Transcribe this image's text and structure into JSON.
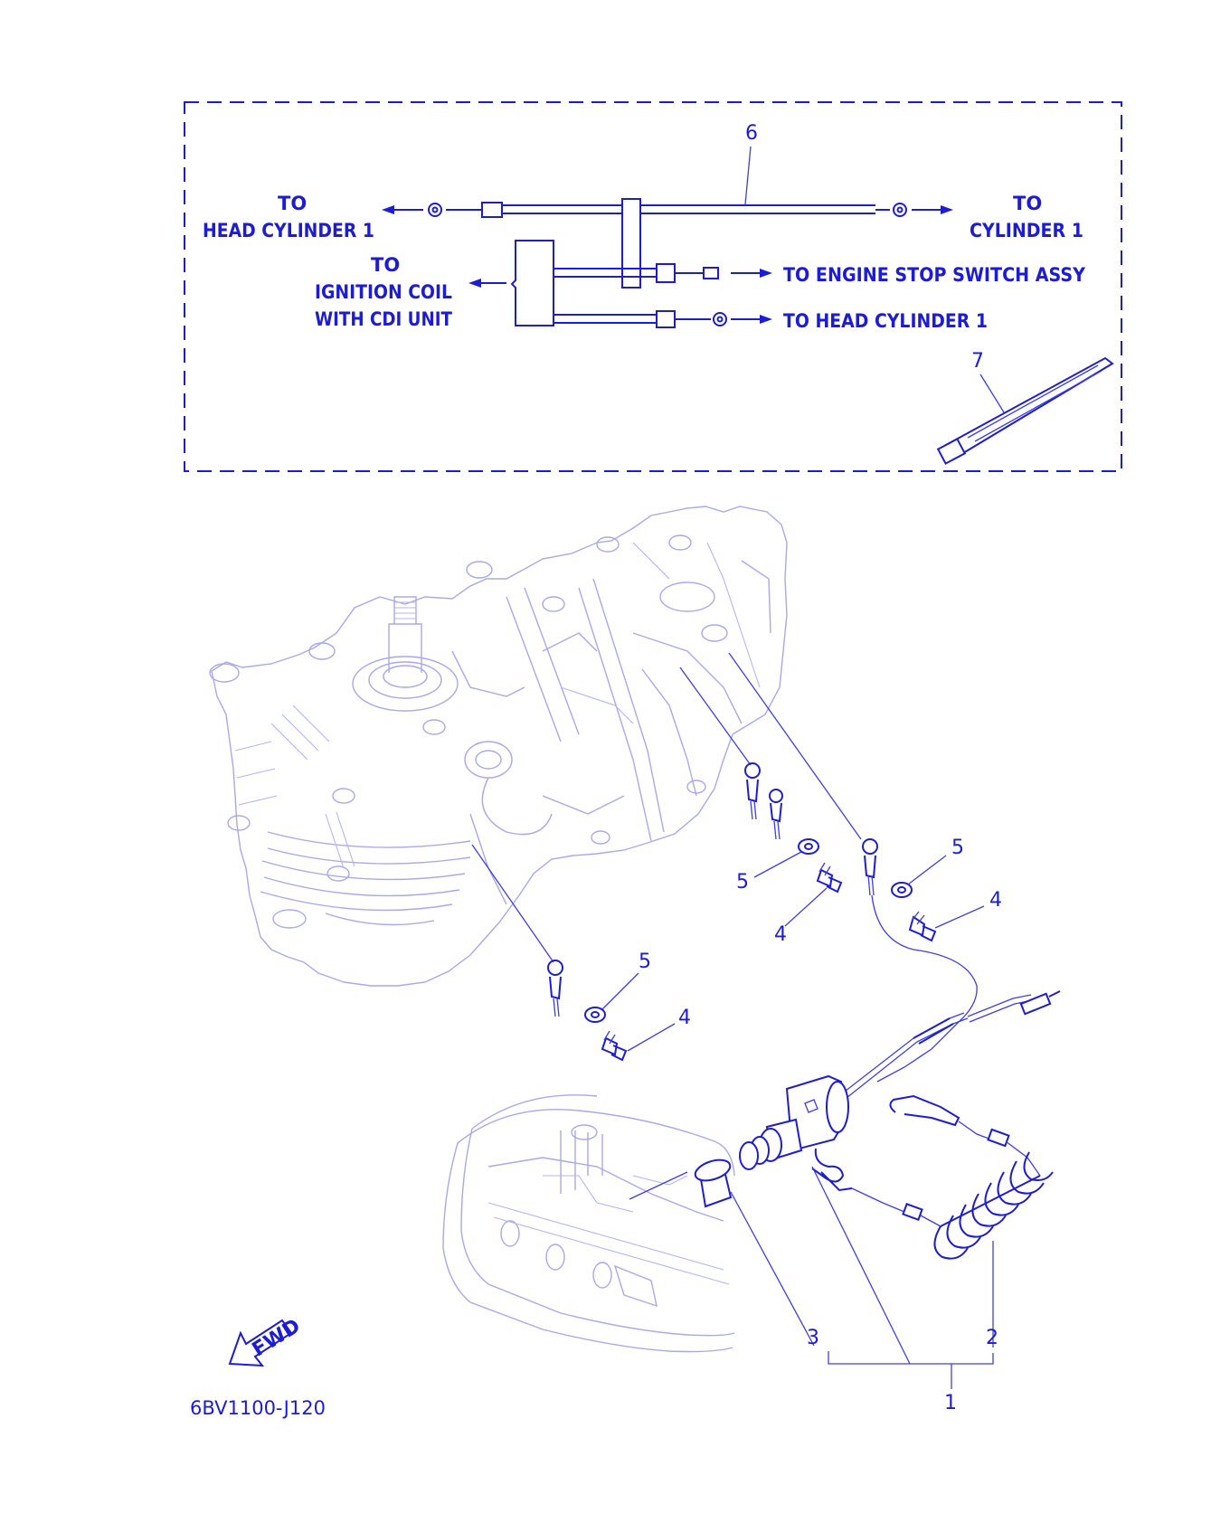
{
  "palette": {
    "line": "#1c1cd6",
    "ghost": "#a8a8ee",
    "background": "#ffffff"
  },
  "inset": {
    "callout_6": "6",
    "callout_7": "7",
    "labels": {
      "to_head_cyl_left_1": "TO",
      "to_head_cyl_left_2": "HEAD CYLINDER 1",
      "to_cyl_right_1": "TO",
      "to_cyl_right_2": "CYLINDER 1",
      "to_ignition_1": "TO",
      "to_ignition_2": "IGNITION COIL",
      "to_ignition_3": "WITH CDI UNIT",
      "to_engine_stop": "TO ENGINE STOP SWITCH ASSY",
      "to_head_cyl_bottom": "TO HEAD CYLINDER 1"
    }
  },
  "callouts": {
    "c5a": "5",
    "c4a": "4",
    "c5b": "5",
    "c4b": "4",
    "c5c": "5",
    "c4c": "4",
    "c3": "3",
    "c2": "2",
    "c1": "1"
  },
  "fwd_label": "FWD",
  "diagram_code": "6BV1100-J120"
}
